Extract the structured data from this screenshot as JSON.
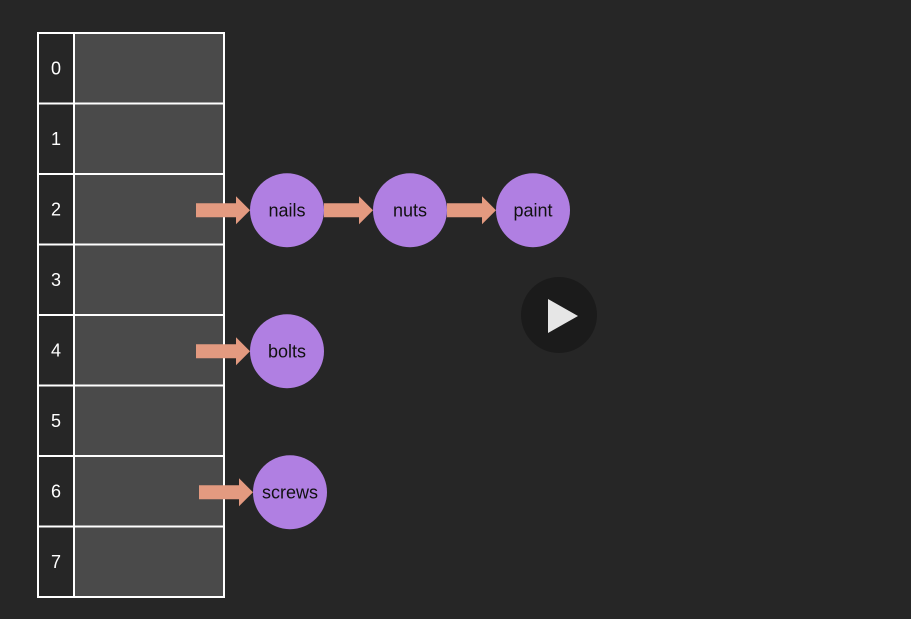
{
  "hash_table": {
    "buckets": [
      {
        "index": "0",
        "chain": []
      },
      {
        "index": "1",
        "chain": []
      },
      {
        "index": "2",
        "chain": [
          "nails",
          "nuts",
          "paint"
        ]
      },
      {
        "index": "3",
        "chain": []
      },
      {
        "index": "4",
        "chain": [
          "bolts"
        ]
      },
      {
        "index": "5",
        "chain": []
      },
      {
        "index": "6",
        "chain": [
          "screws"
        ]
      },
      {
        "index": "7",
        "chain": []
      }
    ]
  },
  "colors": {
    "background": "#262626",
    "cell_fill": "#4a4a4a",
    "index_fill": "#262626",
    "grid_line": "#ffffff",
    "index_text": "#ffffff",
    "node_fill": "#b07fe2",
    "node_text": "#111111",
    "arrow": "#e39a80",
    "play_button_bg": "#1b1b1b",
    "play_button_icon": "#e6e6e6"
  },
  "controls": {
    "play_icon": "play-icon"
  }
}
